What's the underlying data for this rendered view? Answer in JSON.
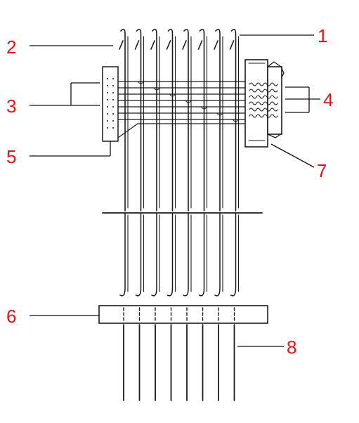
{
  "diagram": {
    "callouts": [
      {
        "id": "1",
        "label": "1"
      },
      {
        "id": "2",
        "label": "2"
      },
      {
        "id": "3",
        "label": "3"
      },
      {
        "id": "4",
        "label": "4"
      },
      {
        "id": "5",
        "label": "5"
      },
      {
        "id": "6",
        "label": "6"
      },
      {
        "id": "7",
        "label": "7"
      },
      {
        "id": "8",
        "label": "8"
      }
    ],
    "hook_count": 8,
    "colors": {
      "label": "#ee1111",
      "ink": "#1a1a1a",
      "background": "#ffffff"
    }
  }
}
